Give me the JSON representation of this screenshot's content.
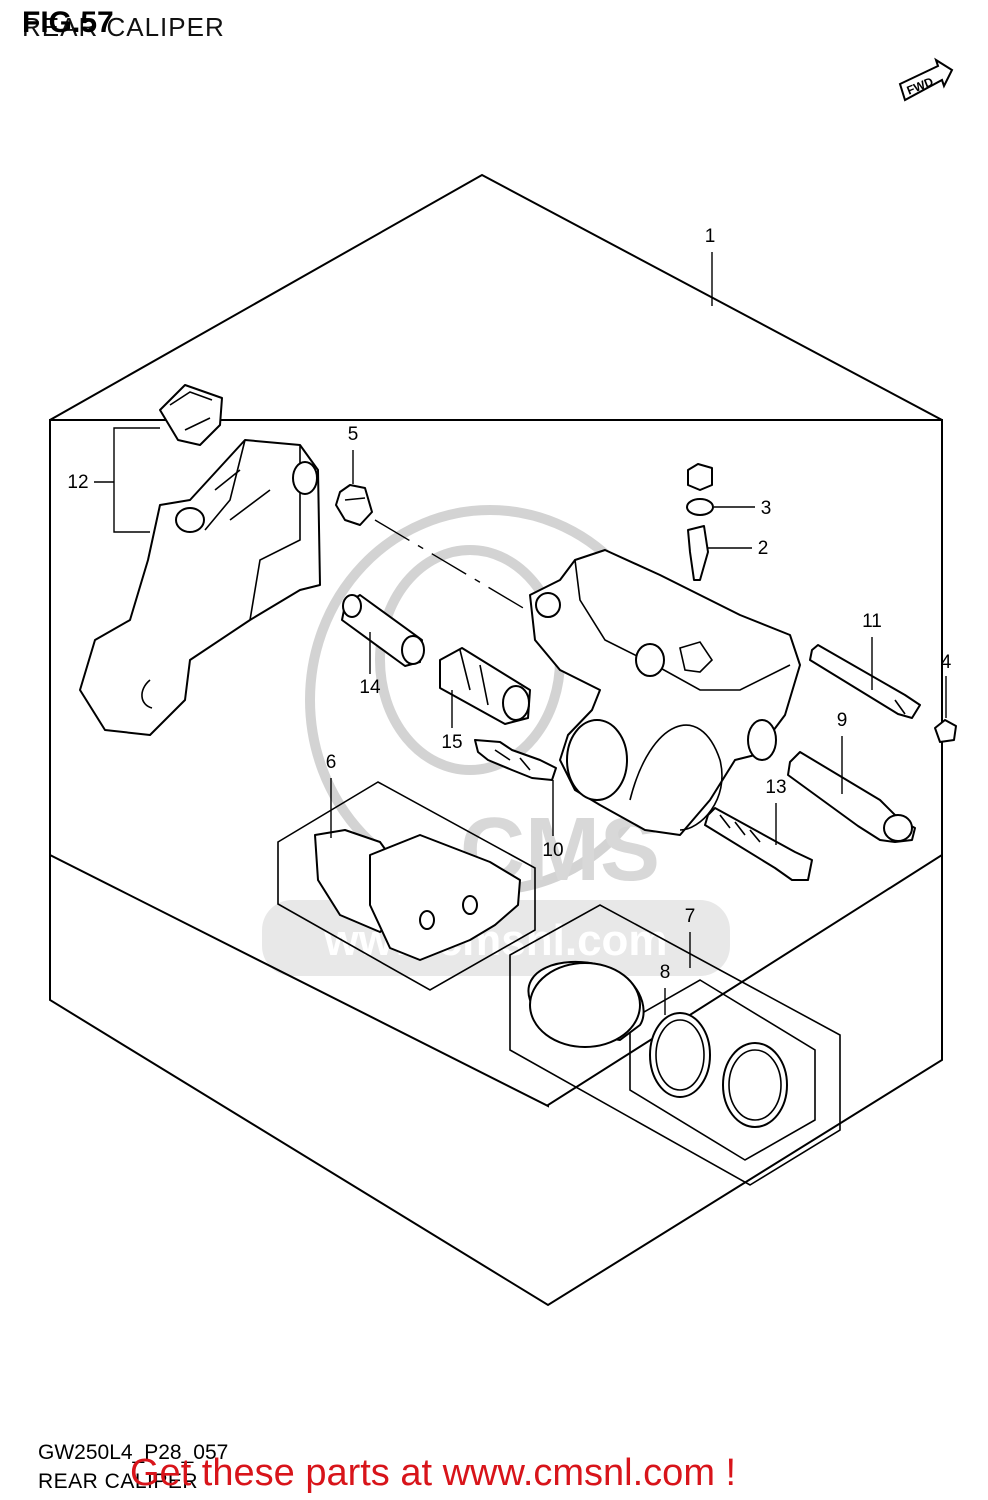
{
  "header": {
    "figure_label": "FIG.57",
    "section_title": "REAR CALIPER"
  },
  "badge": {
    "fwd_label": "FWD"
  },
  "callouts": {
    "c1": "1",
    "c2": "2",
    "c3": "3",
    "c4": "4",
    "c5": "5",
    "c6": "6",
    "c7": "7",
    "c8": "8",
    "c9": "9",
    "c10": "10",
    "c11": "11",
    "c12": "12",
    "c13": "13",
    "c14": "14",
    "c15": "15"
  },
  "watermark": {
    "brand": "CMS",
    "site": "www.cmsnl.com"
  },
  "footer": {
    "diagram_code": "GW250L4_P28_057",
    "title": "REAR CALIPER",
    "promo": "Get these parts at www.cmsnl.com !",
    "promo_color": "#d8141a"
  }
}
